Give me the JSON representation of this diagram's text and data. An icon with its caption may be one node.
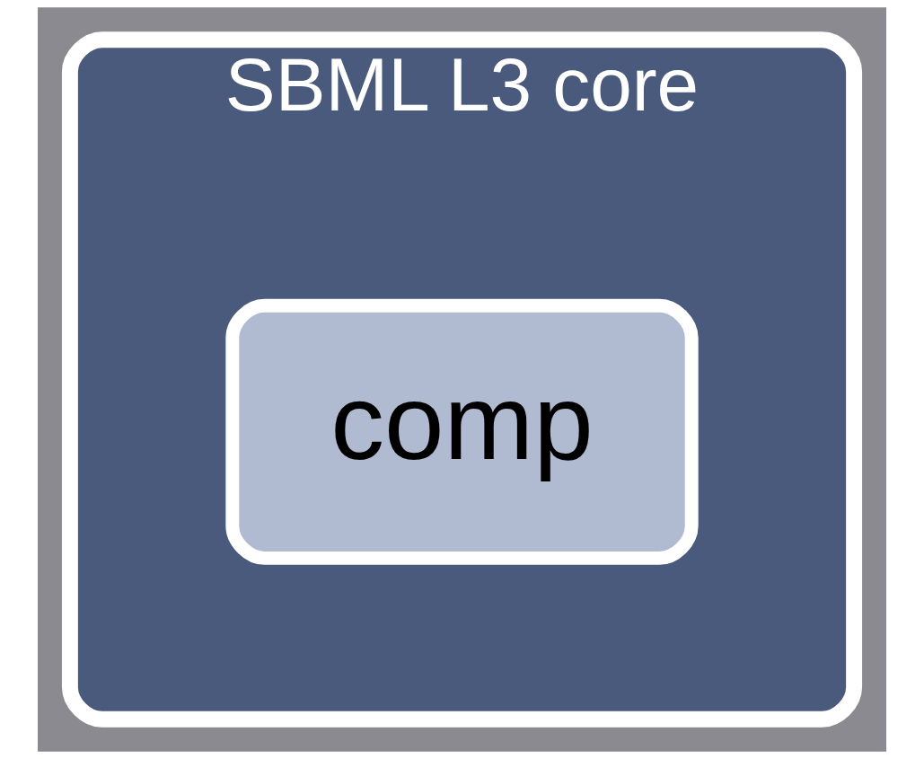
{
  "diagram": {
    "nodes": [
      {
        "text": [
          "SBML L3 core"
        ]
      },
      {
        "text": [
          "comp"
        ],
        "in": 0
      }
    ]
  }
}
